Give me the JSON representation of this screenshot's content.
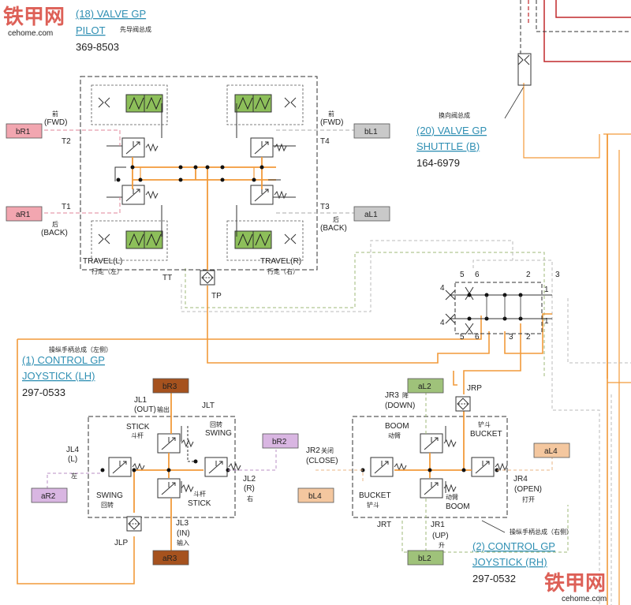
{
  "watermark": {
    "brand": "铁甲网",
    "site": "cehome.com"
  },
  "colors": {
    "orange": "#f29a3a",
    "red": "#c0282c",
    "pink_tag": "#f2a6b0",
    "gray_tag": "#c9c9c9",
    "brown_tag": "#a6521e",
    "purple_tag": "#d9b6e2",
    "green_tag": "#9fc27a",
    "peach_tag": "#f4c79f",
    "title_blue": "#2f8fb3",
    "valve_green": "#8dbf5a"
  },
  "pilot_valve": {
    "title_line1": "(18) VALVE GP",
    "title_line2": "PILOT",
    "title_cn": "先导阀总成",
    "part_no": "369-8503",
    "ports": {
      "t2": "T2",
      "t1": "T1",
      "t4": "T4",
      "t3": "T3",
      "tt": "TT",
      "tp": "TP",
      "fwd_cn": "前",
      "fwd": "(FWD)",
      "back_cn": "后",
      "back": "(BACK)",
      "travel_l": "TRAVEL(L)",
      "travel_l_cn": "行走（左）",
      "travel_r": "TRAVEL(R)",
      "travel_r_cn": "行走（右）"
    },
    "tags": {
      "br1": "bR1",
      "ar1": "aR1",
      "bl1": "bL1",
      "al1": "aL1"
    }
  },
  "shuttle_valve": {
    "title_cn": "换向阀总成",
    "title_line1": "(20) VALVE GP",
    "title_line2": "SHUTTLE (B)",
    "part_no": "164-6979",
    "ports_top": [
      "5",
      "6",
      "2",
      "3"
    ],
    "ports_side": [
      "4",
      "1",
      "4",
      "1"
    ],
    "ports_bottom": [
      "5",
      "6",
      "3",
      "2"
    ]
  },
  "joystick_lh": {
    "title_cn": "操纵手柄总成（左侧）",
    "title_line1": "(1) CONTROL GP",
    "title_line2": "JOYSTICK (LH)",
    "part_no": "297-0533",
    "labels": {
      "jl1": "JL1",
      "jl1_sub": "(OUT)",
      "jl1_cn": "输出",
      "jlt": "JLT",
      "stick": "STICK",
      "stick_cn": "斗杆",
      "swing_cn_top": "回转",
      "swing_top": "SWING",
      "jl4": "JL4",
      "jl4_sub": "(L)",
      "jl4_cn": "左",
      "swing_bottom": "SWING",
      "swing_bottom_cn": "回转",
      "stick_bottom_cn": "斗杆",
      "stick_bottom": "STICK",
      "jl2": "JL2",
      "jl2_sub": "(R)",
      "jl2_cn": "右",
      "jl3": "JL3",
      "jl3_sub": "(IN)",
      "jl3_cn": "输入",
      "jlp": "JLP"
    },
    "tags": {
      "br3": "bR3",
      "br2": "bR2",
      "ar2": "aR2",
      "ar3": "aR3"
    }
  },
  "joystick_rh": {
    "title_cn": "操纵手柄总成（右侧）",
    "title_line1": "(2) CONTROL GP",
    "title_line2": "JOYSTICK (RH)",
    "part_no": "297-0532",
    "labels": {
      "jr3": "JR3",
      "jr3_cn": "降",
      "jr3_sub": "(DOWN)",
      "jrp": "JRP",
      "boom": "BOOM",
      "boom_cn": "动臂",
      "bucket_cn_top": "铲斗",
      "bucket_top": "BUCKET",
      "jr2": "JR2",
      "jr2_cn": "关闭",
      "jr2_sub": "(CLOSE)",
      "bucket_bottom": "BUCKET",
      "bucket_bottom_cn": "铲斗",
      "boom_bottom_cn": "动臂",
      "boom_bottom": "BOOM",
      "jr4": "JR4",
      "jr4_sub": "(OPEN)",
      "jr4_cn": "打开",
      "jrt": "JRT",
      "jr1": "JR1",
      "jr1_sub": "(UP)",
      "jr1_cn": "升"
    },
    "tags": {
      "al2": "aL2",
      "al4": "aL4",
      "bl4": "bL4",
      "bl2": "bL2"
    }
  }
}
